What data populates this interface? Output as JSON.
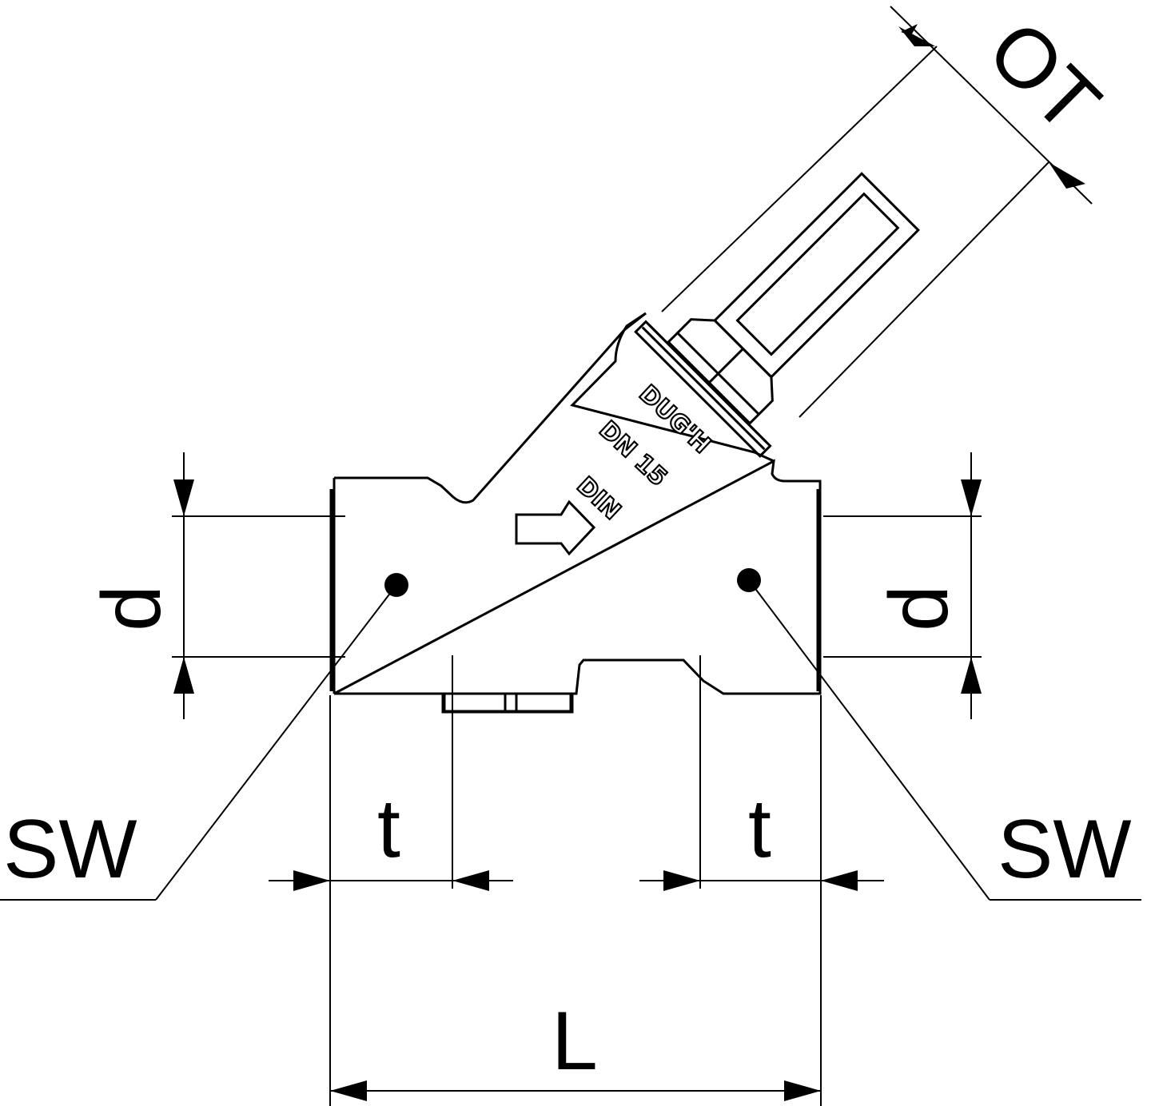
{
  "labels": {
    "ot": "OT",
    "d_left": "d",
    "d_right": "d",
    "sw_left": "SW",
    "sw_right": "SW",
    "t_left": "t",
    "t_right": "t",
    "l": "L"
  },
  "body_marking": {
    "brand": "DUG'H",
    "size": "DN 15",
    "standard": "DIN"
  }
}
